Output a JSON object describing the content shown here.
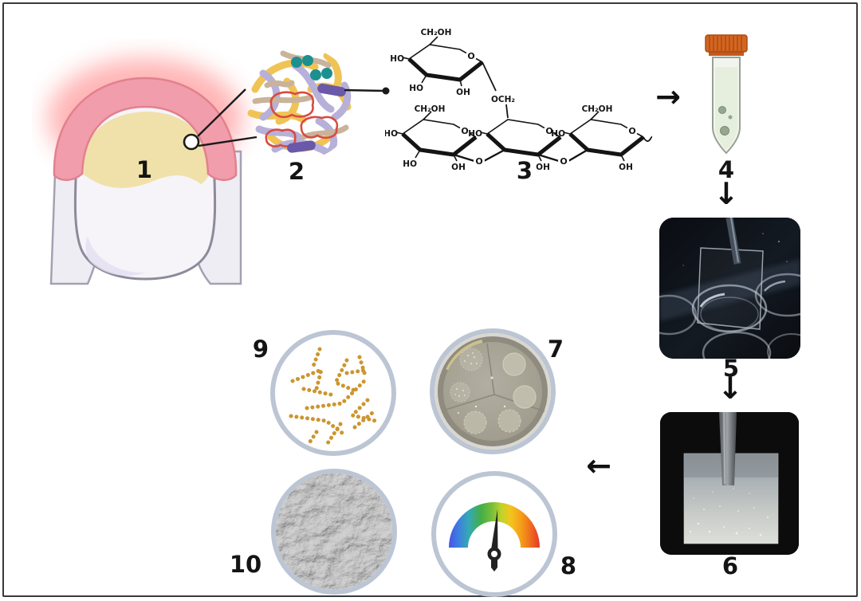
{
  "figure": {
    "steps": {
      "s1": "1",
      "s2": "2",
      "s3": "3",
      "s4": "4",
      "s5": "5",
      "s6": "6",
      "s7": "7",
      "s8": "8",
      "s9": "9",
      "s10": "10"
    }
  },
  "arrows": {
    "right": "→",
    "down": "↓",
    "left": "←"
  },
  "chemistry": {
    "ch2oh": "CH₂OH",
    "och2": "OCH₂",
    "ho": "HO",
    "oh": "OH",
    "o": "O"
  },
  "colors": {
    "circle_ring": "#bcc5d3",
    "tube_cap_orange": "#d4651f",
    "tube_liquid_green": "#e6eedd",
    "gum_pink": "#f19dab",
    "inflammation_red": "#ff5a5a",
    "plaque_yellow": "#efe1a9",
    "polymer_yellow": "#f0c355",
    "polymer_lavender": "#b7b0d8",
    "bacteria_teal": "#1d8f8f",
    "bacteria_purple": "#6a58a8",
    "red_loop": "#d84b40",
    "chain_dots_gold": "#cd9530",
    "gauge_blue": "#4a53e6",
    "gauge_green": "#43ad49",
    "gauge_red": "#e23a2c",
    "agar_gray": "#a6a295",
    "frame_border": "#3a3a3a"
  }
}
